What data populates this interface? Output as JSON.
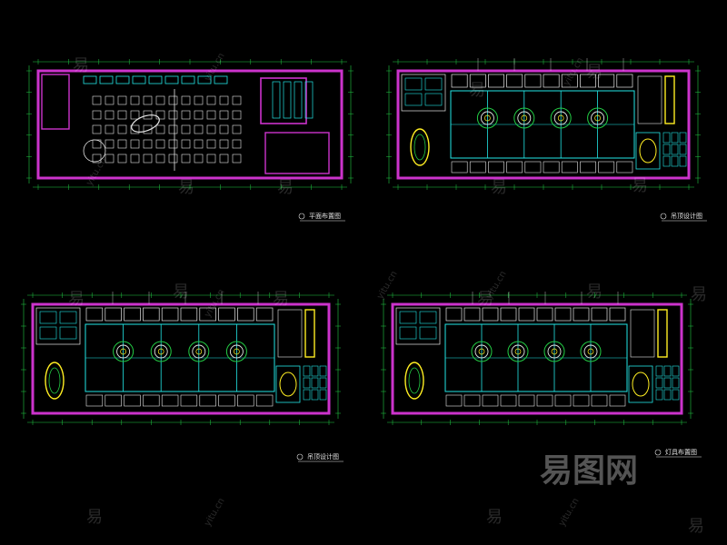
{
  "sheets": [
    {
      "id": "sheet-1",
      "title": "平面布置图"
    },
    {
      "id": "sheet-2",
      "title": "吊顶设计图"
    },
    {
      "id": "sheet-3",
      "title": "吊顶设计图"
    },
    {
      "id": "sheet-4",
      "title": "灯具布置图"
    }
  ],
  "watermark": {
    "glyph": "易",
    "url": "yitu.cn",
    "brand": "易图网"
  },
  "colors": {
    "background": "#000000",
    "wall": "#cc33cc",
    "cyan": "#22e6e6",
    "green": "#22cc44",
    "white": "#e6e6e6",
    "yellow": "#ffee22"
  }
}
